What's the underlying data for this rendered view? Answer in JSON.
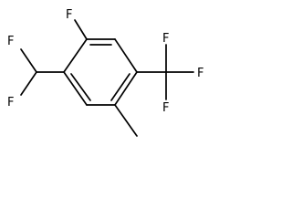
{
  "molecule": {
    "atom_labels": {
      "ring_fluorine": "F",
      "chf2_fluorine_top": "F",
      "chf2_fluorine_bottom": "F",
      "cf3_fluorine_top": "F",
      "cf3_fluorine_right": "F",
      "cf3_fluorine_bottom": "F"
    },
    "colors": {
      "bond": "#000000",
      "label": "#000000",
      "background": "#ffffff"
    }
  }
}
